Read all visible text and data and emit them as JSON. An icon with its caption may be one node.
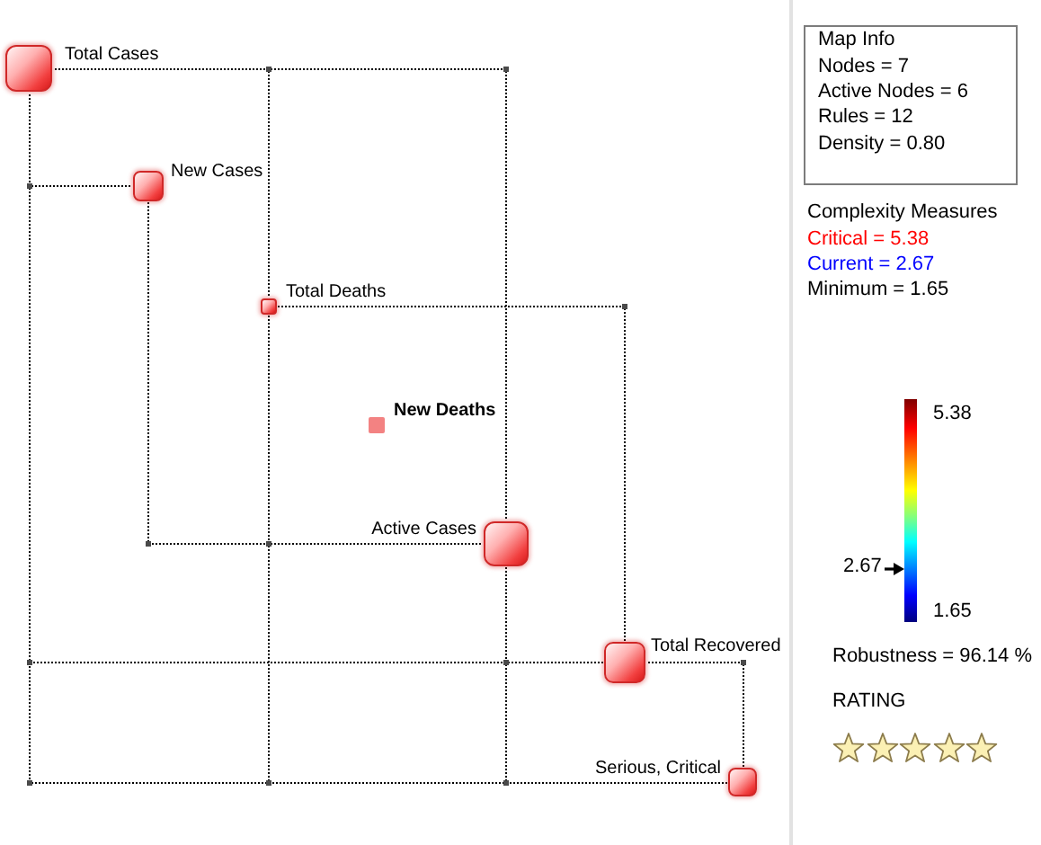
{
  "diagram": {
    "nodes": [
      {
        "text": [
          "Total Cases"
        ]
      },
      {
        "text": [
          "New Cases"
        ]
      },
      {
        "text": [
          "Total Deaths"
        ]
      },
      {
        "text": [
          "New Deaths"
        ]
      },
      {
        "text": [
          "Active Cases"
        ]
      },
      {
        "text": [
          "Total Recovered"
        ]
      },
      {
        "text": [
          "Serious, Critical"
        ]
      },
      {
        "text": [
          "Map Info",
          "Nodes = 7",
          "Active Nodes = 6",
          "Rules = 12",
          "Density = 0.80"
        ]
      }
    ],
    "edges": [
      {
        "from": 0,
        "to": 1,
        "arrow": "none"
      },
      {
        "from": 0,
        "to": 2,
        "arrow": "none"
      },
      {
        "from": 0,
        "to": 4,
        "arrow": "none"
      },
      {
        "from": 0,
        "to": 5,
        "arrow": "none"
      },
      {
        "from": 0,
        "to": 6,
        "arrow": "none"
      },
      {
        "from": 1,
        "to": 4,
        "arrow": "none"
      },
      {
        "from": 2,
        "to": 4,
        "arrow": "none"
      },
      {
        "from": 2,
        "to": 5,
        "arrow": "none"
      },
      {
        "from": 2,
        "to": 6,
        "arrow": "none"
      },
      {
        "from": 4,
        "to": 5,
        "arrow": "none"
      },
      {
        "from": 4,
        "to": 6,
        "arrow": "none"
      },
      {
        "from": 5,
        "to": 6,
        "arrow": "none"
      }
    ],
    "labels": [
      "Complexity Measures",
      "Critical = 5.38",
      "Current = 2.67",
      "Minimum = 1.65",
      "5.38",
      "2.67",
      "1.65",
      "Robustness = 96.14 %",
      "RATING"
    ]
  }
}
